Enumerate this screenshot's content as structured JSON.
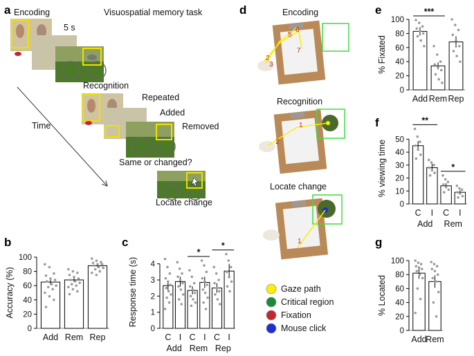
{
  "panel_letters": {
    "a": "a",
    "b": "b",
    "c": "c",
    "d": "d",
    "e": "e",
    "f": "f",
    "g": "g"
  },
  "task": {
    "title": "Visuospatial memory task",
    "encoding_label": "Encoding",
    "duration_label": "5 s",
    "recognition_label": "Recognition",
    "repeated_label": "Repeated",
    "added_label": "Added",
    "removed_label": "Removed",
    "question_label": "Same or changed?",
    "locate_label": "Locate change",
    "time_label": "Time"
  },
  "gaze_panel": {
    "encoding_label": "Encoding",
    "recognition_label": "Recognition",
    "locate_label": "Locate change",
    "encoding_fixations": [
      "2",
      "3",
      "5",
      "6",
      "7"
    ],
    "recognition_fixations": [
      "1",
      "2"
    ],
    "locate_fixations": [
      "1"
    ]
  },
  "legend": {
    "items": [
      {
        "label": "Gaze path",
        "color": "#ffee00"
      },
      {
        "label": "Critical region",
        "color": "#1a8a3a"
      },
      {
        "label": "Fixation",
        "color": "#c0282e"
      },
      {
        "label": "Mouse click",
        "color": "#1a2fd6"
      }
    ]
  },
  "colors": {
    "highlight": "#f0e000",
    "critical": "#3ddc3d",
    "bar_fill": "#ffffff",
    "dot": "#9a9a9a"
  },
  "chart_data": [
    {
      "id": "b",
      "type": "bar",
      "categories": [
        "Add",
        "Rem",
        "Rep"
      ],
      "values": [
        65,
        68,
        88
      ],
      "errors": [
        4,
        3,
        2.5
      ],
      "ylabel": "Accuracy (%)",
      "ylim": [
        0,
        100
      ],
      "yticks": [
        0,
        20,
        40,
        60,
        80,
        100
      ],
      "points": [
        [
          90,
          86,
          77,
          74,
          70,
          68,
          66,
          62,
          60,
          58,
          55,
          50,
          45,
          40,
          30
        ],
        [
          83,
          80,
          78,
          75,
          72,
          70,
          68,
          66,
          64,
          62,
          60,
          58,
          55,
          52,
          48
        ],
        [
          98,
          95,
          93,
          92,
          90,
          90,
          88,
          86,
          85,
          83,
          80,
          78,
          75
        ]
      ]
    },
    {
      "id": "c",
      "type": "bar",
      "categories": [
        "C",
        "I",
        "C",
        "I",
        "C",
        "I"
      ],
      "groups": [
        "Add",
        "Rem",
        "Rep"
      ],
      "values": [
        2.65,
        2.9,
        2.35,
        2.85,
        2.5,
        3.55
      ],
      "errors": [
        0.3,
        0.3,
        0.25,
        0.35,
        0.3,
        0.45
      ],
      "ylabel": "Response time (s)",
      "ylim": [
        0,
        4.5
      ],
      "yticks": [
        0,
        1,
        2,
        3,
        4
      ],
      "significance": [
        {
          "from": 2,
          "to": 3,
          "label": "*"
        },
        {
          "from": 4,
          "to": 5,
          "label": "*"
        }
      ],
      "points": [
        [
          4.3,
          3.8,
          3.4,
          3.1,
          2.9,
          2.7,
          2.5,
          2.3,
          2.1,
          1.9,
          1.6,
          1.2
        ],
        [
          4.1,
          3.7,
          3.4,
          3.2,
          3.0,
          2.8,
          2.6,
          2.4,
          2.1,
          1.8,
          1.5
        ],
        [
          3.6,
          3.2,
          2.8,
          2.6,
          2.4,
          2.2,
          2.0,
          1.8,
          1.6,
          1.4
        ],
        [
          4.2,
          3.9,
          3.5,
          3.1,
          2.9,
          2.7,
          2.4,
          2.2,
          1.9,
          1.6,
          1.2
        ],
        [
          3.8,
          3.4,
          3.0,
          2.8,
          2.5,
          2.3,
          2.1,
          1.8,
          1.5
        ],
        [
          4.6,
          4.2,
          3.8,
          3.5,
          3.2,
          2.9,
          2.6,
          2.3
        ]
      ]
    },
    {
      "id": "e",
      "type": "bar",
      "categories": [
        "Add",
        "Rem",
        "Rep"
      ],
      "values": [
        83,
        34,
        68
      ],
      "errors": [
        6,
        5,
        8
      ],
      "ylabel": "% Fixated",
      "ylim": [
        0,
        100
      ],
      "yticks": [
        0,
        20,
        40,
        60,
        80,
        100
      ],
      "significance": [
        {
          "from": 0,
          "to": 1,
          "label": "***"
        }
      ],
      "points": [
        [
          99,
          95,
          90,
          87,
          83,
          80,
          76,
          70,
          62
        ],
        [
          62,
          50,
          40,
          36,
          32,
          28,
          22,
          15,
          10
        ],
        [
          100,
          92,
          85,
          78,
          70,
          62,
          55,
          48,
          40
        ]
      ]
    },
    {
      "id": "f",
      "type": "bar",
      "categories": [
        "C",
        "I",
        "C",
        "I"
      ],
      "groups": [
        "Add",
        "Rem"
      ],
      "values": [
        45,
        28,
        14,
        9
      ],
      "errors": [
        3.5,
        3,
        2,
        1.5
      ],
      "ylabel": "% viewing time",
      "ylim": [
        0,
        55
      ],
      "yticks": [
        0,
        10,
        20,
        30,
        40,
        50
      ],
      "significance": [
        {
          "from": 0,
          "to": 1,
          "label": "**"
        },
        {
          "from": 2,
          "to": 3,
          "label": "*"
        }
      ],
      "points": [
        [
          58,
          52,
          48,
          45,
          42,
          38,
          35
        ],
        [
          34,
          32,
          30,
          28,
          26,
          24,
          22
        ],
        [
          22,
          19,
          17,
          15,
          13,
          11,
          9
        ],
        [
          14,
          12,
          11,
          9,
          8,
          6,
          5
        ]
      ]
    },
    {
      "id": "g",
      "type": "bar",
      "categories": [
        "Add",
        "Rem"
      ],
      "values": [
        82,
        70
      ],
      "errors": [
        8,
        9
      ],
      "ylabel": "% Located",
      "ylim": [
        0,
        100
      ],
      "yticks": [
        0,
        20,
        40,
        60,
        80,
        100
      ],
      "points": [
        [
          100,
          97,
          95,
          92,
          90,
          88,
          85,
          80,
          75,
          60,
          45,
          25
        ],
        [
          98,
          95,
          92,
          88,
          85,
          80,
          75,
          70,
          55,
          40,
          20
        ]
      ]
    }
  ]
}
